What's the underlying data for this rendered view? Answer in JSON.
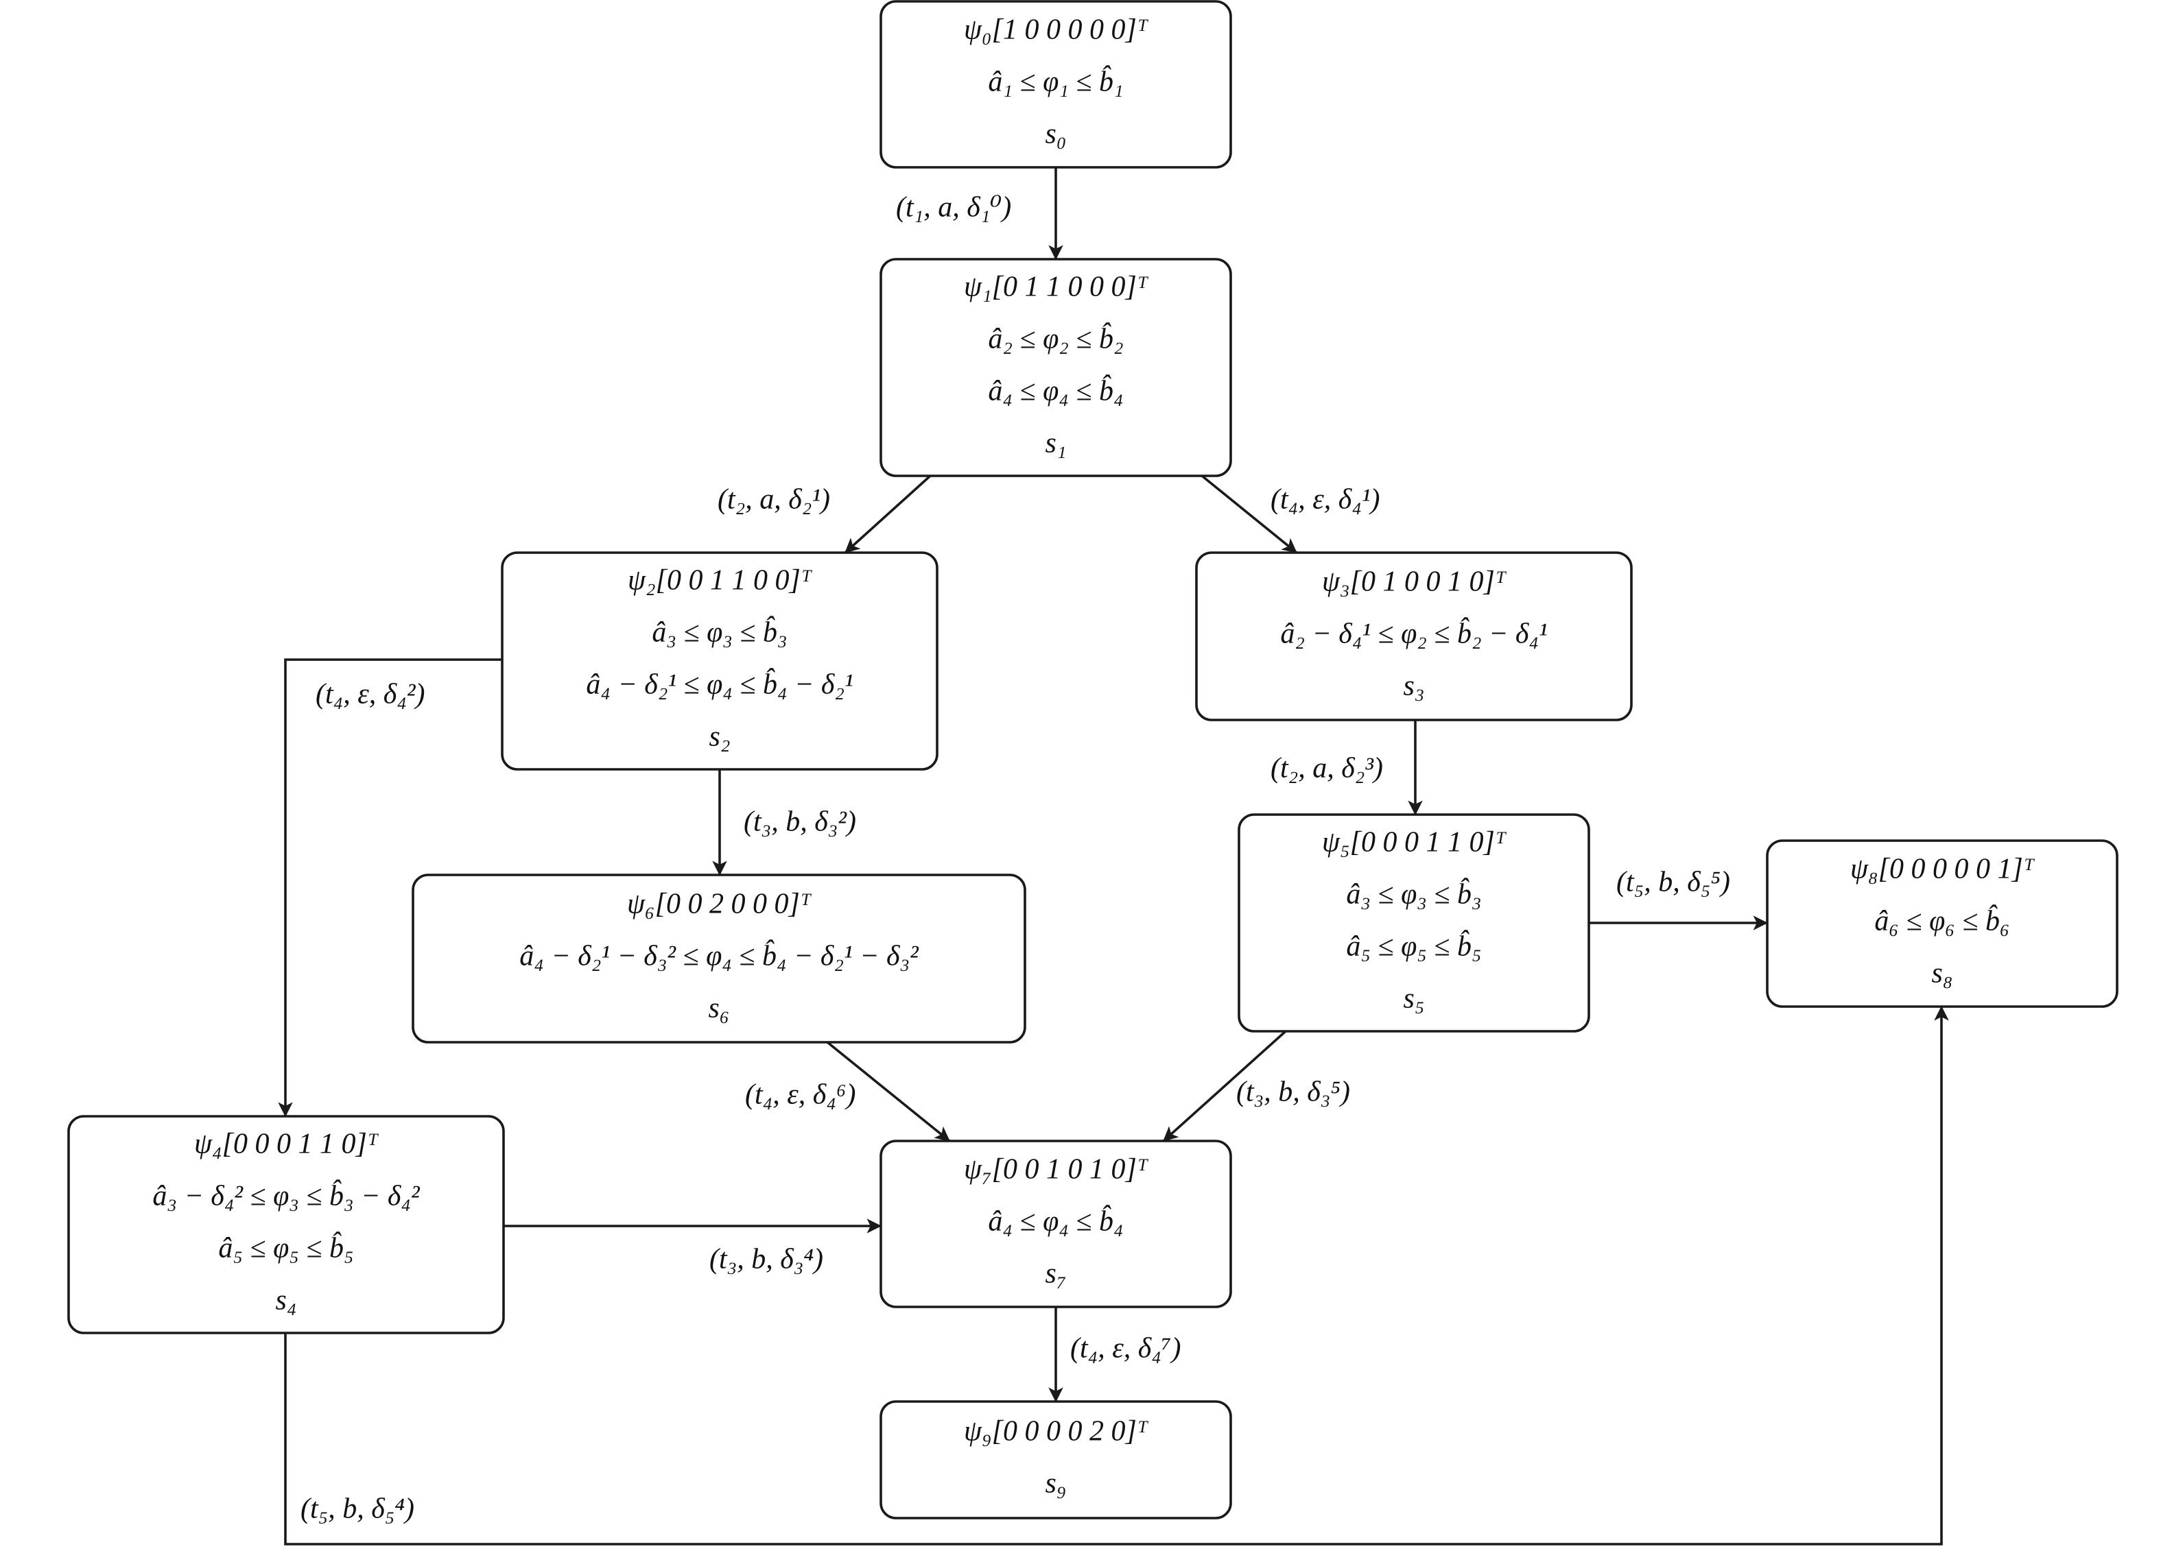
{
  "nodes": [
    {
      "id": "s0",
      "lines": [
        "ψ₀[1 0 0 0 0 0]ᵀ",
        "â₁ ≤ φ₁ ≤ b̂₁",
        "s₀"
      ]
    },
    {
      "id": "s1",
      "lines": [
        "ψ₁[0 1 1 0 0 0]ᵀ",
        "â₂ ≤ φ₂ ≤ b̂₂",
        "â₄ ≤ φ₄ ≤ b̂₄",
        "s₁"
      ]
    },
    {
      "id": "s2",
      "lines": [
        "ψ₂[0 0 1 1 0 0]ᵀ",
        "â₃ ≤ φ₃ ≤ b̂₃",
        "â₄ − δ₂¹ ≤ φ₄ ≤ b̂₄ − δ₂¹",
        "s₂"
      ]
    },
    {
      "id": "s3",
      "lines": [
        "ψ₃[0 1 0 0 1 0]ᵀ",
        "â₂ − δ₄¹ ≤ φ₂ ≤ b̂₂ − δ₄¹",
        "s₃"
      ]
    },
    {
      "id": "s6",
      "lines": [
        "ψ₆[0 0 2 0 0 0]ᵀ",
        "â₄ − δ₂¹ − δ₃² ≤ φ₄ ≤ b̂₄ − δ₂¹ − δ₃²",
        "s₆"
      ]
    },
    {
      "id": "s5",
      "lines": [
        "ψ₅[0 0 0 1 1 0]ᵀ",
        "â₃ ≤ φ₃ ≤ b̂₃",
        "â₅ ≤ φ₅ ≤ b̂₅",
        "s₅"
      ]
    },
    {
      "id": "s8",
      "lines": [
        "ψ₈[0 0 0 0 0 1]ᵀ",
        "â₆ ≤ φ₆ ≤ b̂₆",
        "s₈"
      ]
    },
    {
      "id": "s4",
      "lines": [
        "ψ₄[0 0 0 1 1 0]ᵀ",
        "â₃ − δ₄² ≤ φ₃ ≤ b̂₃ − δ₄²",
        "â₅ ≤ φ₅ ≤ b̂₅",
        "s₄"
      ]
    },
    {
      "id": "s7",
      "lines": [
        "ψ₇[0 0 1 0 1 0]ᵀ",
        "â₄ ≤ φ₄ ≤ b̂₄",
        "s₇"
      ]
    },
    {
      "id": "s9",
      "lines": [
        "ψ₉[0 0 0 0 2 0]ᵀ",
        "s₉"
      ]
    }
  ],
  "edges": [
    {
      "from": "s0",
      "to": "s1",
      "label": "(t₁, a, δ₁⁰)"
    },
    {
      "from": "s1",
      "to": "s2",
      "label": "(t₂, a, δ₂¹)"
    },
    {
      "from": "s1",
      "to": "s3",
      "label": "(t₄, ε, δ₄¹)"
    },
    {
      "from": "s2",
      "to": "s4",
      "label": "(t₄, ε, δ₄²)"
    },
    {
      "from": "s2",
      "to": "s6",
      "label": "(t₃, b, δ₃²)"
    },
    {
      "from": "s3",
      "to": "s5",
      "label": "(t₂, a, δ₂³)"
    },
    {
      "from": "s5",
      "to": "s8",
      "label": "(t₅, b, δ₅⁵)"
    },
    {
      "from": "s6",
      "to": "s7",
      "label": "(t₄, ε, δ₄⁶)"
    },
    {
      "from": "s5",
      "to": "s7",
      "label": "(t₃, b, δ₃⁵)"
    },
    {
      "from": "s4",
      "to": "s7",
      "label": "(t₃, b, δ₃⁴)"
    },
    {
      "from": "s7",
      "to": "s9",
      "label": "(t₄, ε, δ₄⁷)"
    },
    {
      "from": "s4",
      "to": "s8",
      "label": "(t₅, b, δ₅⁴)"
    }
  ]
}
